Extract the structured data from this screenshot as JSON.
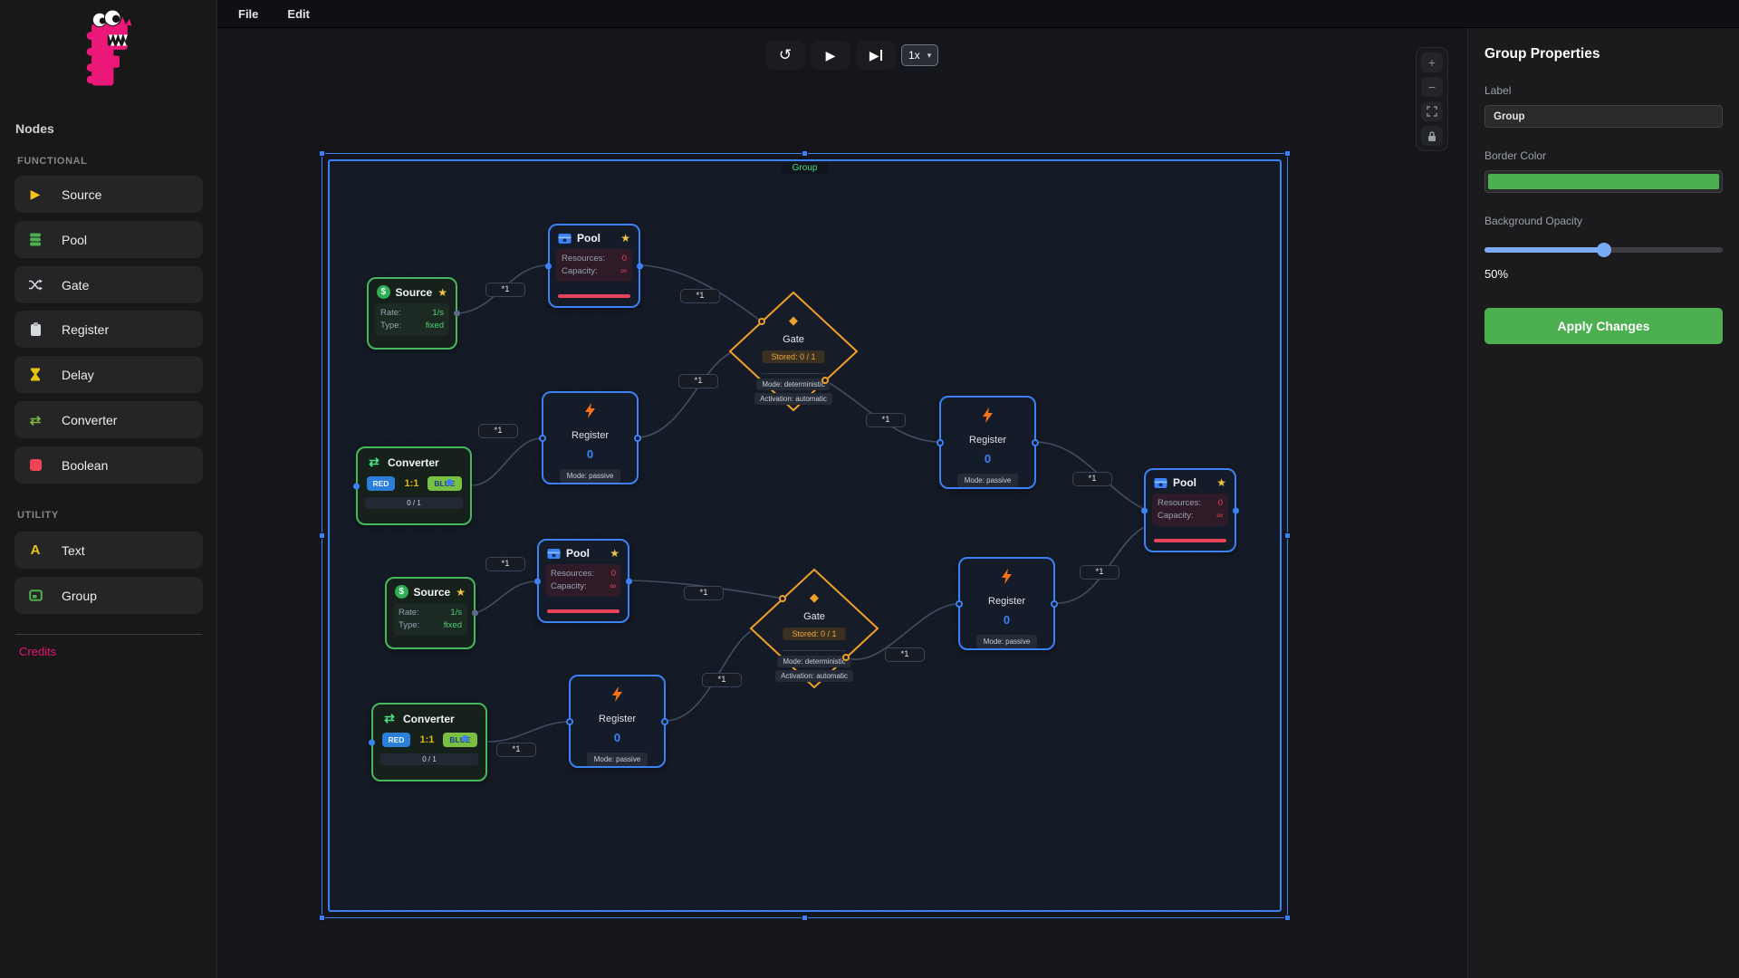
{
  "app": {
    "menu": [
      "File",
      "Edit"
    ]
  },
  "icons": {
    "star": "★",
    "diamond": "◆",
    "play": "▶",
    "undo": "↺",
    "chevron_down": "▾",
    "converter_arrows": "⇄",
    "dollar": "$",
    "text_a": "A",
    "plus": "+",
    "minus": "−"
  },
  "sidebar": {
    "title": "Nodes",
    "sections": [
      {
        "label": "FUNCTIONAL",
        "items": [
          {
            "label": "Source",
            "icon": "play-icon"
          },
          {
            "label": "Pool",
            "icon": "database-icon"
          },
          {
            "label": "Gate",
            "icon": "shuffle-icon"
          },
          {
            "label": "Register",
            "icon": "clipboard-icon"
          },
          {
            "label": "Delay",
            "icon": "hourglass-icon"
          },
          {
            "label": "Converter",
            "icon": "swap-arrows-icon"
          },
          {
            "label": "Boolean",
            "icon": "red-square-icon"
          }
        ]
      },
      {
        "label": "UTILITY",
        "items": [
          {
            "label": "Text",
            "icon": "letter-a-icon"
          },
          {
            "label": "Group",
            "icon": "group-frame-icon"
          }
        ]
      }
    ],
    "credits_label": "Credits"
  },
  "toolbar": {
    "speed_value": "1x"
  },
  "properties": {
    "title": "Group Properties",
    "label_field": {
      "label": "Label",
      "value": "Group"
    },
    "border_color": {
      "label": "Border Color",
      "value": "#4caf50"
    },
    "opacity": {
      "label": "Background Opacity",
      "display": "50%"
    },
    "apply_label": "Apply Changes"
  },
  "canvas": {
    "group": {
      "label": "Group",
      "selection_color": "#3b82f6"
    },
    "edge_label": "*1",
    "node_types": {
      "pool": {
        "title": "Pool",
        "rows": [
          {
            "label": "Resources:",
            "value": "0"
          },
          {
            "label": "Capacity:",
            "value": "∞"
          }
        ]
      },
      "source": {
        "title": "Source",
        "rows": [
          {
            "label": "Rate:",
            "value": "1/s"
          },
          {
            "label": "Type:",
            "value": "fixed"
          }
        ]
      },
      "gate": {
        "title": "Gate",
        "stored": "Stored: 0 / 1",
        "mode": "Mode: deterministic",
        "activation": "Activation: automatic"
      },
      "register": {
        "title": "Register",
        "value": "0",
        "mode": "Mode: passive"
      },
      "converter": {
        "title": "Converter",
        "input": "RED",
        "ratio": "1:1",
        "output": "BLUE",
        "progress": "0 / 1"
      }
    }
  }
}
